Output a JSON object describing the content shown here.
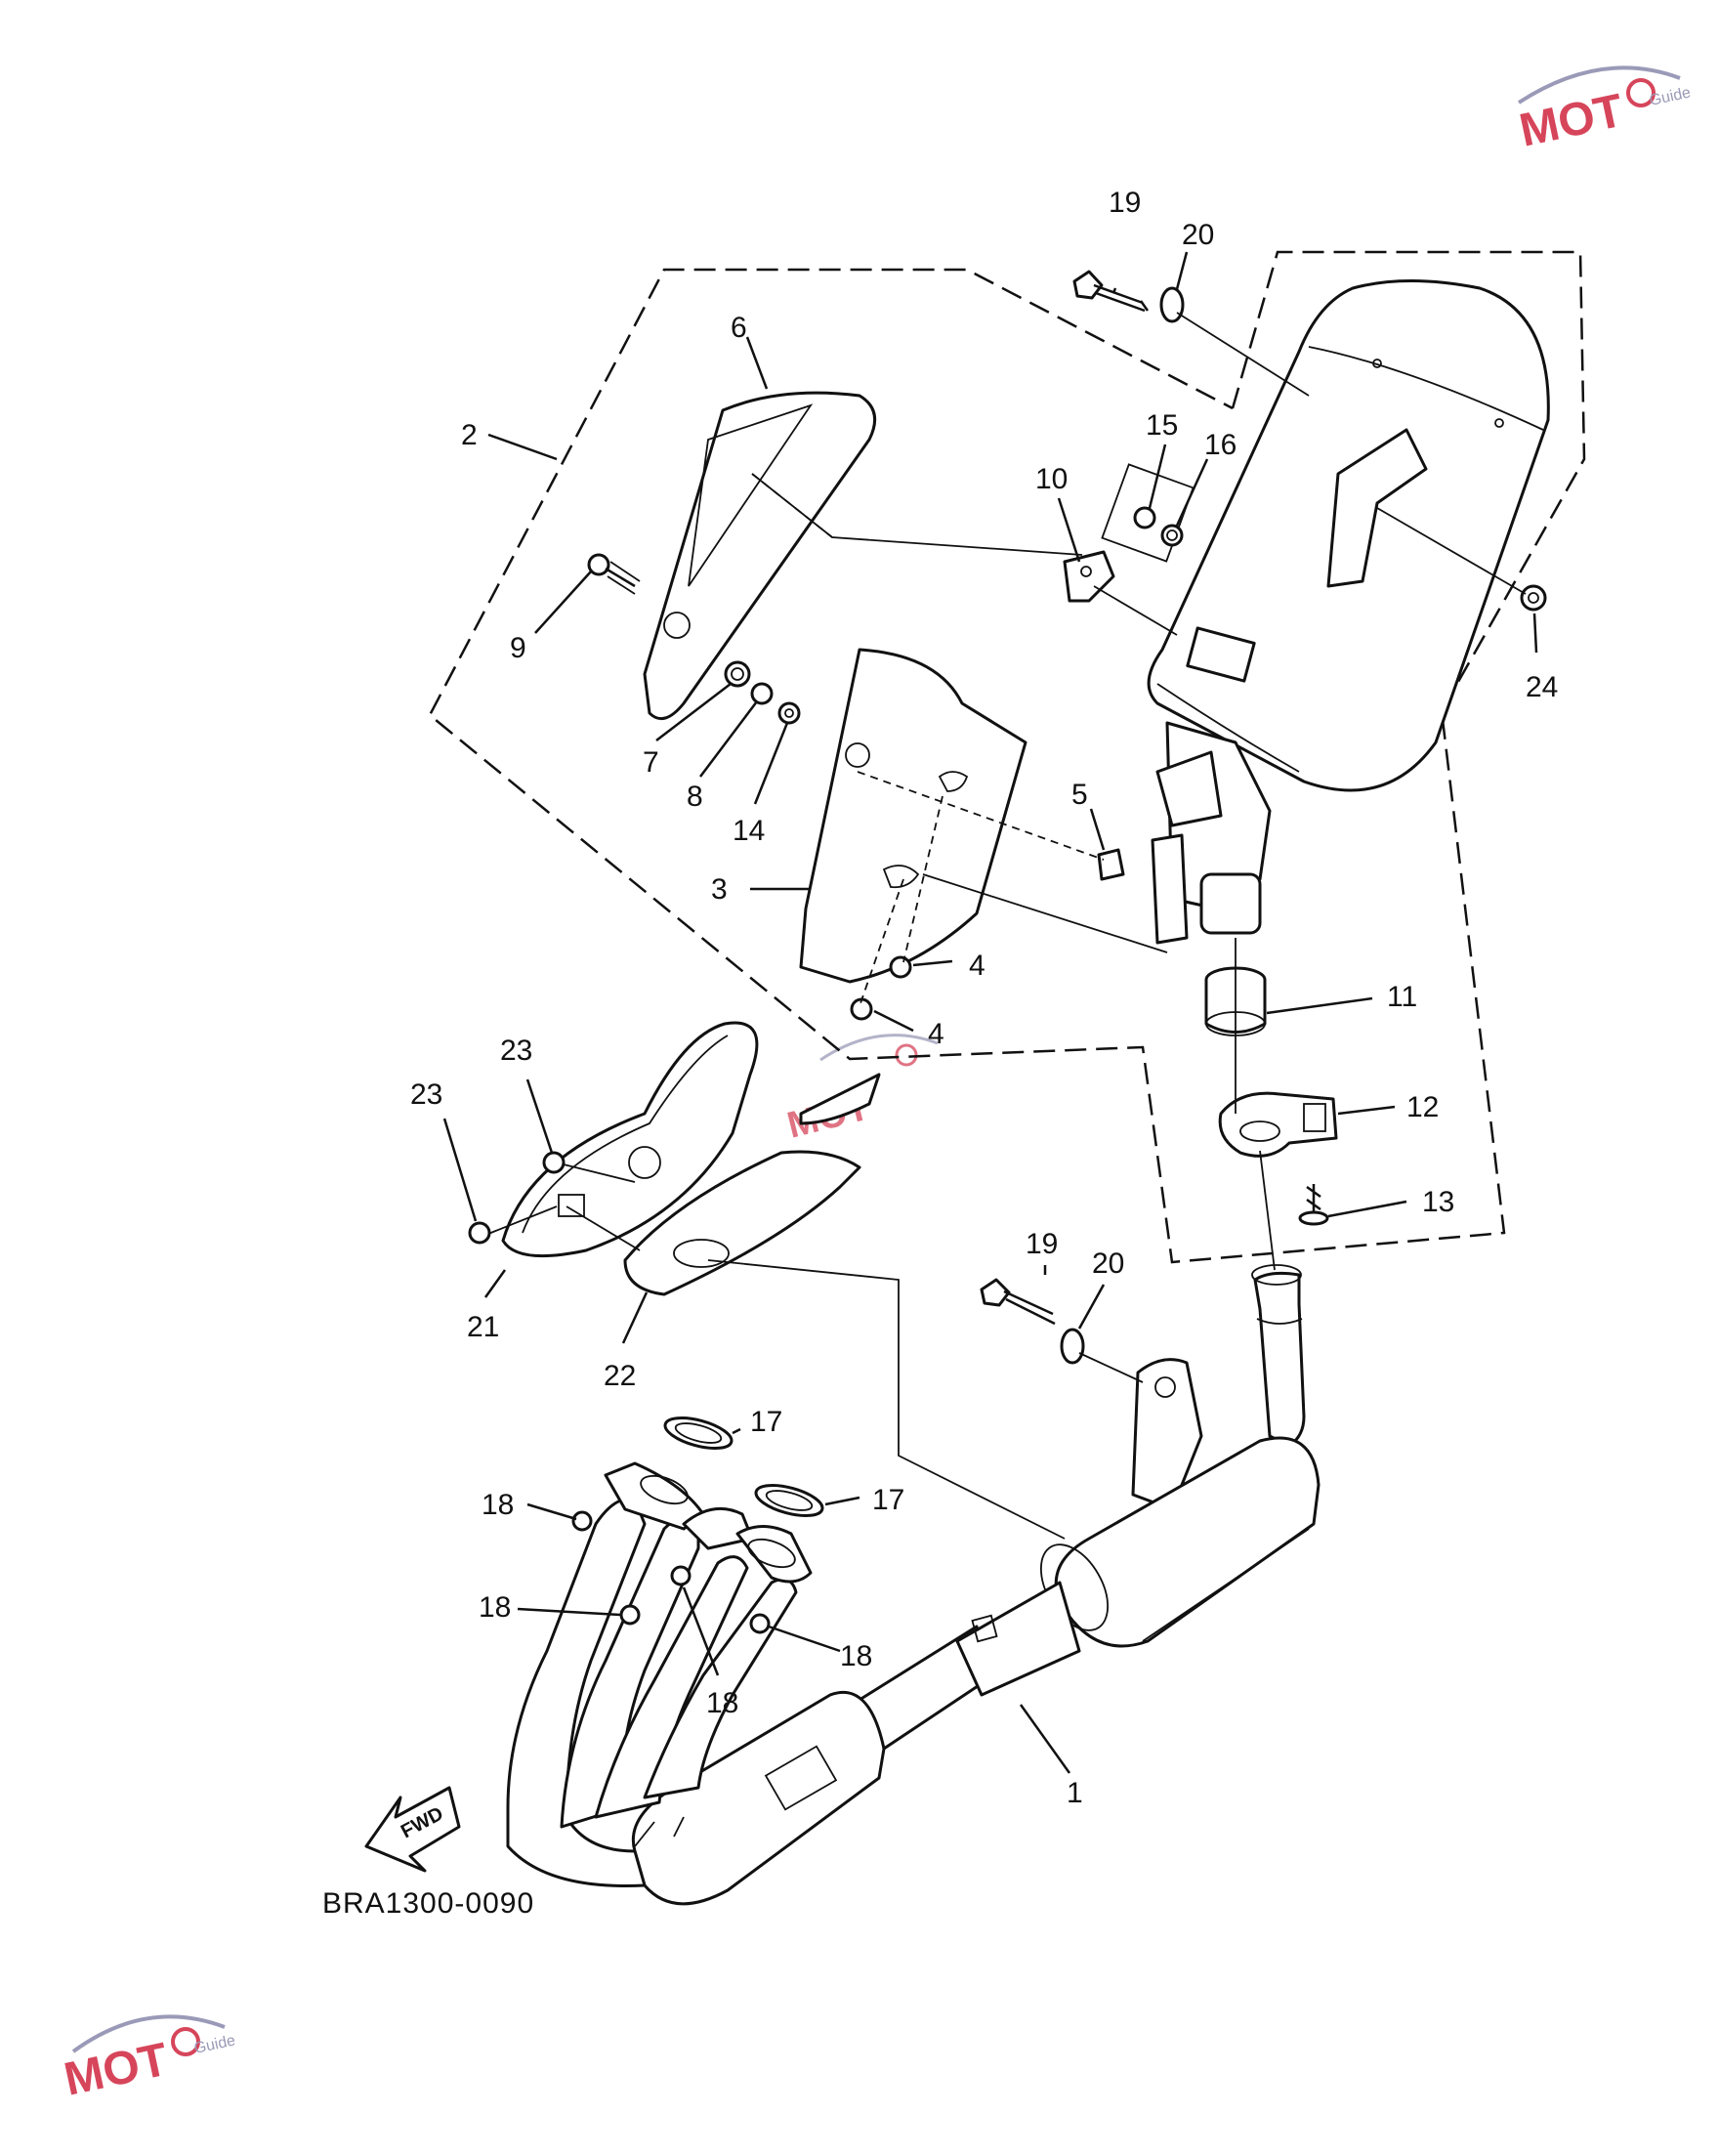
{
  "diagram_code": "BRA1300-0090",
  "fwd_label": "FWD",
  "watermark": {
    "text": "MOT",
    "sub": "Guide",
    "accent": "#d6455a",
    "swoosh": "#9a9ab8"
  },
  "callouts": [
    {
      "id": "c1",
      "text": "1"
    },
    {
      "id": "c2",
      "text": "2"
    },
    {
      "id": "c3",
      "text": "3"
    },
    {
      "id": "c4a",
      "text": "4"
    },
    {
      "id": "c4b",
      "text": "4"
    },
    {
      "id": "c5",
      "text": "5"
    },
    {
      "id": "c6",
      "text": "6"
    },
    {
      "id": "c7",
      "text": "7"
    },
    {
      "id": "c8",
      "text": "8"
    },
    {
      "id": "c9",
      "text": "9"
    },
    {
      "id": "c10",
      "text": "10"
    },
    {
      "id": "c11",
      "text": "11"
    },
    {
      "id": "c12",
      "text": "12"
    },
    {
      "id": "c13",
      "text": "13"
    },
    {
      "id": "c14",
      "text": "14"
    },
    {
      "id": "c15",
      "text": "15"
    },
    {
      "id": "c16",
      "text": "16"
    },
    {
      "id": "c17a",
      "text": "17"
    },
    {
      "id": "c17b",
      "text": "17"
    },
    {
      "id": "c18a",
      "text": "18"
    },
    {
      "id": "c18b",
      "text": "18"
    },
    {
      "id": "c18c",
      "text": "18"
    },
    {
      "id": "c18d",
      "text": "18"
    },
    {
      "id": "c19a",
      "text": "19"
    },
    {
      "id": "c19b",
      "text": "19"
    },
    {
      "id": "c20a",
      "text": "20"
    },
    {
      "id": "c20b",
      "text": "20"
    },
    {
      "id": "c21",
      "text": "21"
    },
    {
      "id": "c22",
      "text": "22"
    },
    {
      "id": "c23a",
      "text": "23"
    },
    {
      "id": "c23b",
      "text": "23"
    },
    {
      "id": "c24",
      "text": "24"
    }
  ]
}
